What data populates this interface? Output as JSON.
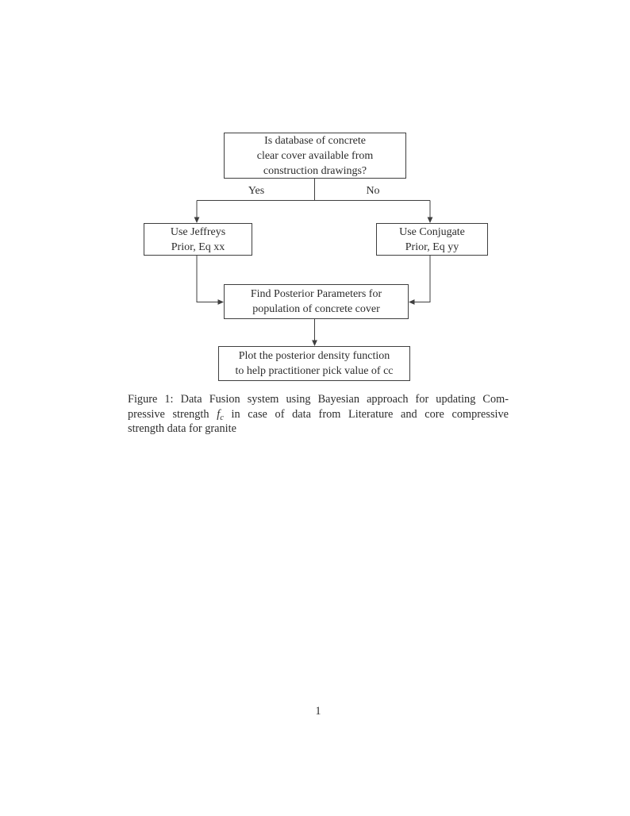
{
  "page": {
    "number": "1"
  },
  "flowchart": {
    "decision": {
      "line1": "Is database of concrete",
      "line2": "clear cover available from",
      "line3": "construction drawings?"
    },
    "branch_yes_label": "Yes",
    "branch_no_label": "No",
    "jeffreys": {
      "line1": "Use Jeffreys",
      "line2": "Prior, Eq xx"
    },
    "conjugate": {
      "line1": "Use Conjugate",
      "line2": "Prior, Eq yy"
    },
    "posterior": {
      "line1": "Find Posterior Parameters for",
      "line2": "population of concrete cover"
    },
    "plot": {
      "line1": "Plot the posterior density function",
      "line2": "to help practitioner pick value of cc"
    }
  },
  "caption": {
    "line1": "Figure 1: Data Fusion system using Bayesian approach for updating Com-",
    "line2_pre": "pressive strength",
    "fc_base": "f",
    "fc_sub": "c",
    "line2_post": "in case of data from Literature and core compressive",
    "line3": "strength data for granite"
  },
  "colors": {
    "ink": "#2c2c2c",
    "line": "#3f3f3f",
    "background": "#ffffff"
  }
}
